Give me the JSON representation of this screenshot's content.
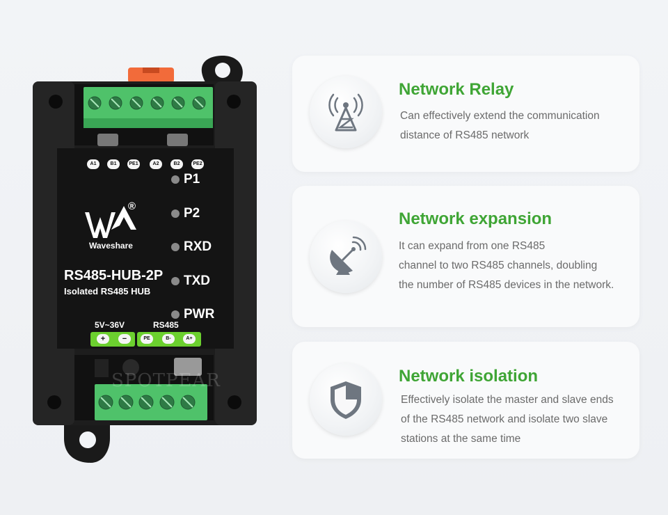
{
  "device": {
    "brand": "Waveshare",
    "registered_mark": "®",
    "model": "RS485-HUB-2P",
    "subtitle": "Isolated RS485 HUB",
    "top_pins": [
      "A1",
      "B1",
      "PE1",
      "A2",
      "B2",
      "PE2"
    ],
    "leds": [
      "P1",
      "P2",
      "RXD",
      "TXD",
      "PWR"
    ],
    "power_label": "5V~36V",
    "rs485_label": "RS485",
    "bottom_pins": [
      "+",
      "−",
      "PE",
      "B-",
      "A+"
    ],
    "watermark": "SPOTPEAR",
    "colors": {
      "terminal": "#4fc26a",
      "body": "#1f1f1f",
      "strip": "#6cd02f",
      "latch": "#f26b3a"
    }
  },
  "features": [
    {
      "icon": "radio-tower-icon",
      "title": "Network Relay",
      "desc": [
        "Can effectively extend the communication",
        "distance of RS485 network"
      ]
    },
    {
      "icon": "satellite-dish-icon",
      "title": "Network expansion",
      "desc": [
        "It can expand from one RS485",
        "channel to two RS485 channels, doubling",
        "the number of RS485 devices in the network."
      ]
    },
    {
      "icon": "shield-icon",
      "title": "Network isolation",
      "desc": [
        "Effectively isolate the master and slave ends",
        "of the RS485 network and isolate two slave",
        "stations at the same time"
      ]
    }
  ],
  "colors": {
    "accent": "#3fa535",
    "text": "#6b6b6b",
    "icon": "#6e7680"
  }
}
